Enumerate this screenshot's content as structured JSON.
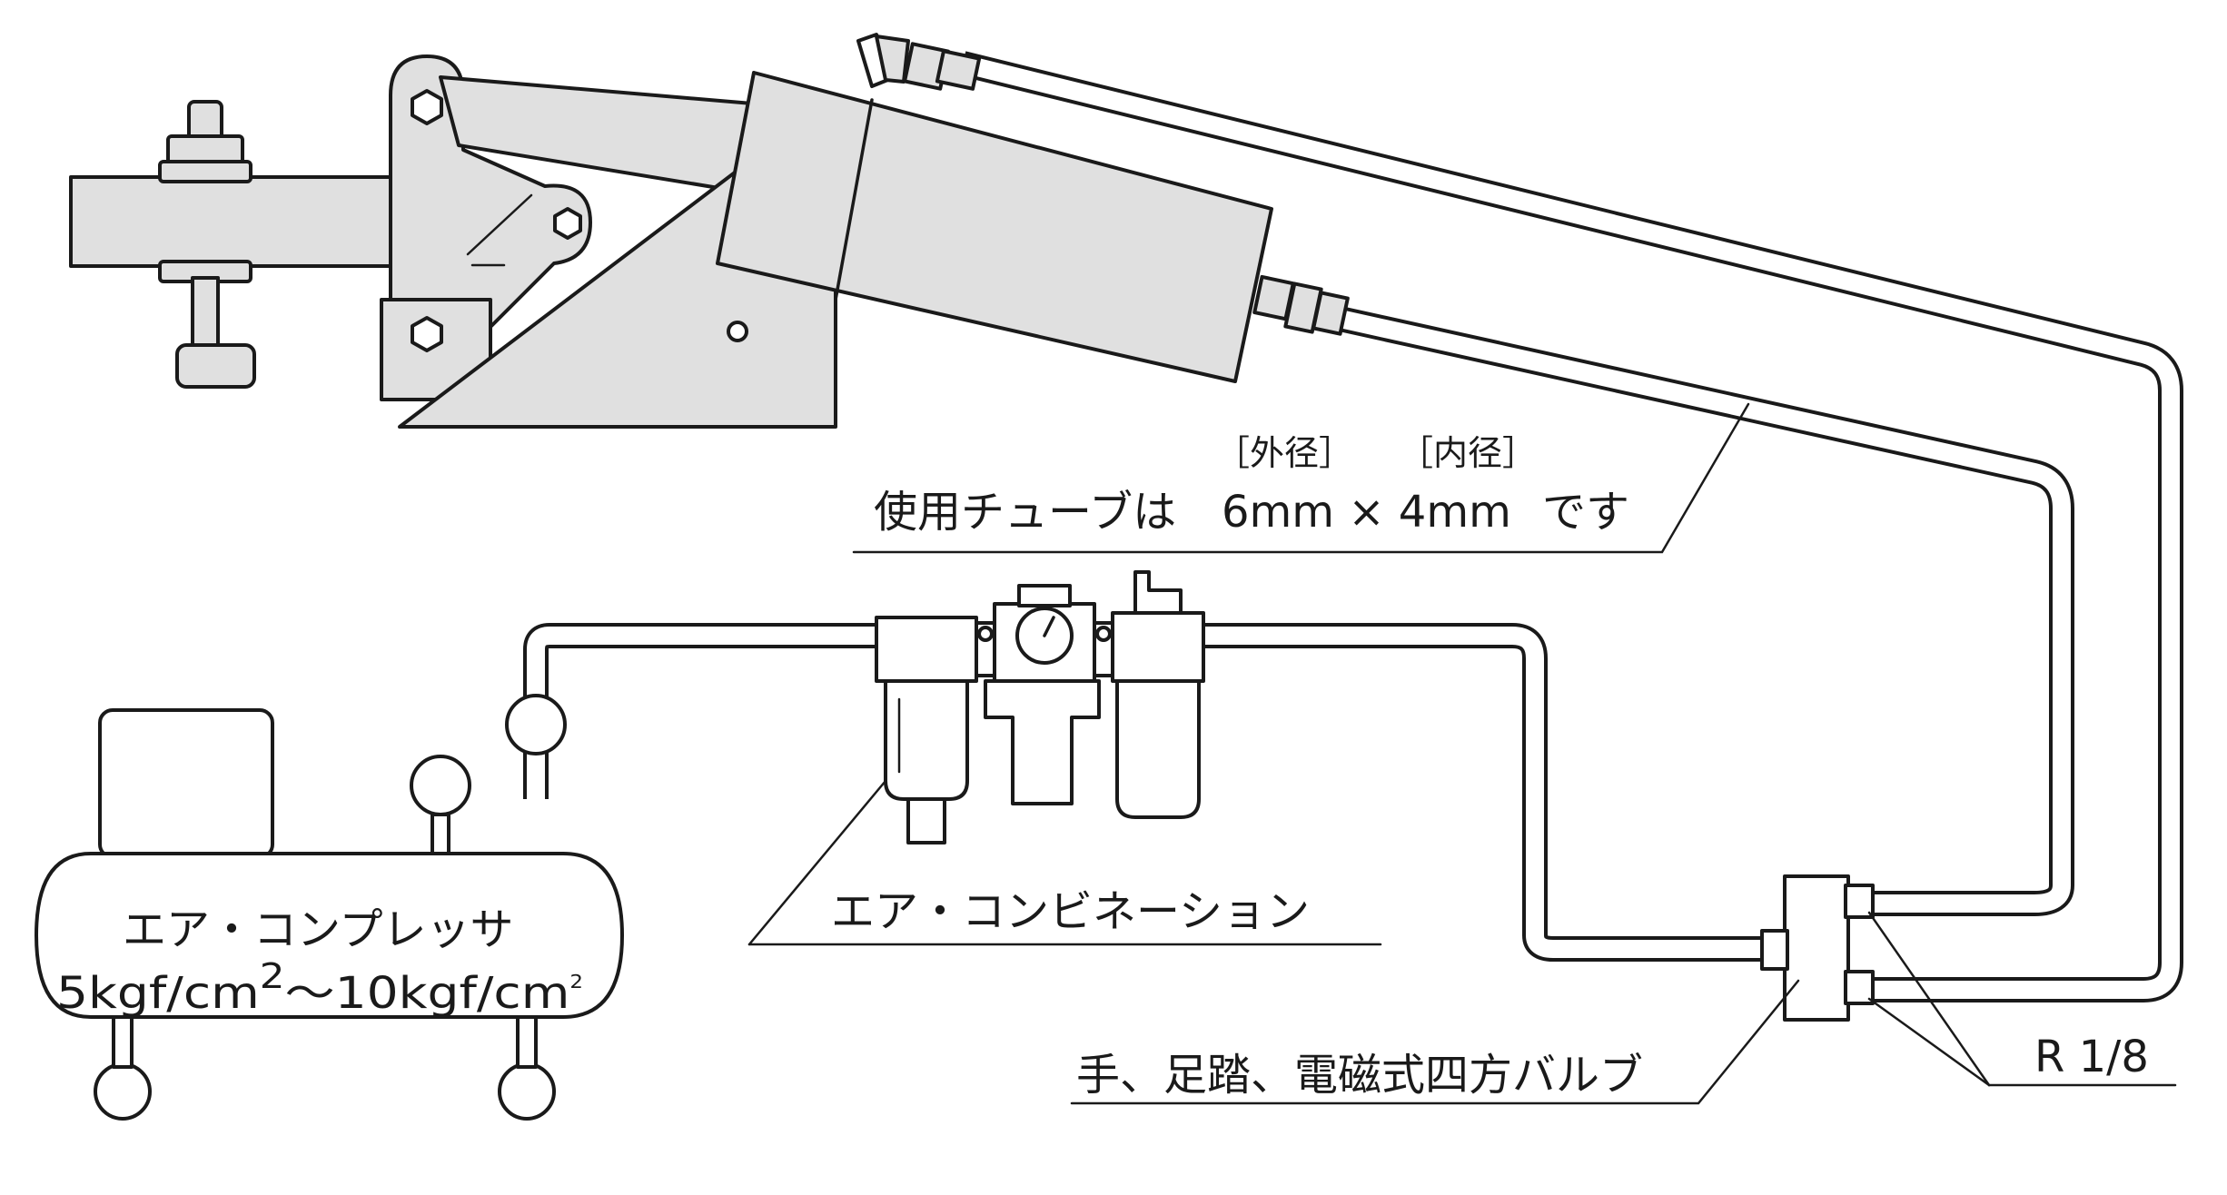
{
  "labels": {
    "outer_diameter": "［外径］",
    "inner_diameter": "［内径］",
    "tube_spec_prefix": "使用チューブは",
    "tube_spec_size": "6mm × 4mm",
    "tube_spec_suffix": "です",
    "compressor_name": "エア・コンプレッサ",
    "compressor_pressure_a": "5kgf/cm",
    "compressor_pressure_b": "～10kgf/cm",
    "squared": "2",
    "air_combination": "エア・コンビネーション",
    "valve": "手、足踏、電磁式四方バルブ",
    "thread_size": "R 1/8"
  },
  "colors": {
    "line": "#1a1a1a",
    "part_fill": "#e0e0e0",
    "background": "#ffffff"
  }
}
